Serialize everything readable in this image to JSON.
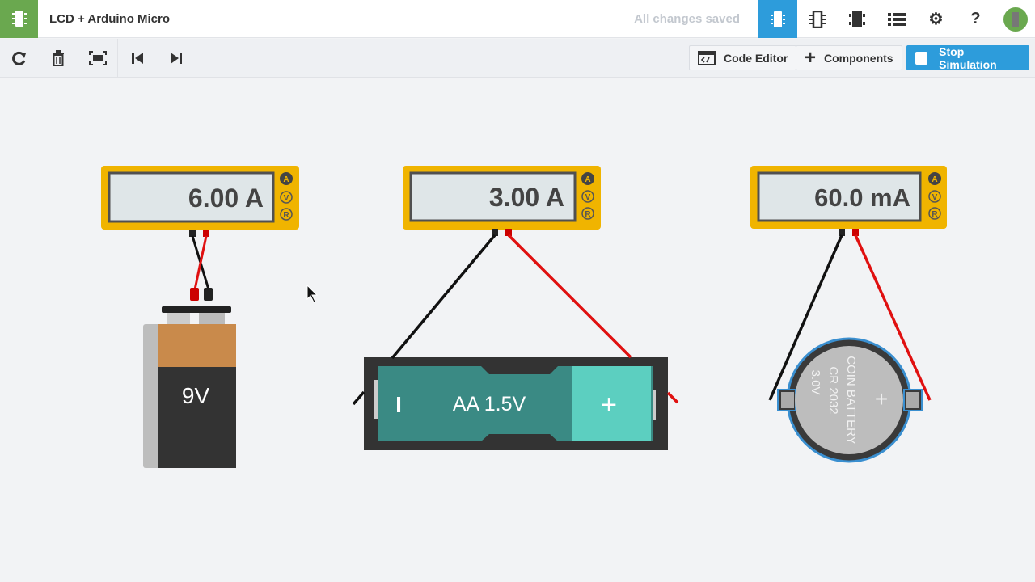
{
  "header": {
    "title": "LCD + Arduino Micro",
    "status": "All changes saved",
    "icons": [
      "circuit-view-icon",
      "schematic-icon",
      "component-list-icon",
      "list-icon",
      "gear-icon",
      "help-icon"
    ],
    "help_label": "?"
  },
  "toolbar": {
    "code_editor": "Code Editor",
    "components": "Components",
    "stop_simulation": "Stop Simulation"
  },
  "colors": {
    "accent": "#2d9cdb",
    "brand": "#6aa84f",
    "multimeter": "#f0b400"
  },
  "canvas": {
    "multimeters": [
      {
        "reading": "6.00 A"
      },
      {
        "reading": "3.00 A"
      },
      {
        "reading": "60.0 mA"
      }
    ],
    "mode_labels": [
      "A",
      "V",
      "R"
    ],
    "battery_9v": {
      "label": "9V"
    },
    "battery_aa": {
      "label": "AA 1.5V",
      "minus": "I",
      "plus": "+"
    },
    "coin_battery": {
      "line1": "COIN BATTERY",
      "line2": "CR 2032",
      "line3": "3.0V",
      "plus": "+"
    }
  }
}
